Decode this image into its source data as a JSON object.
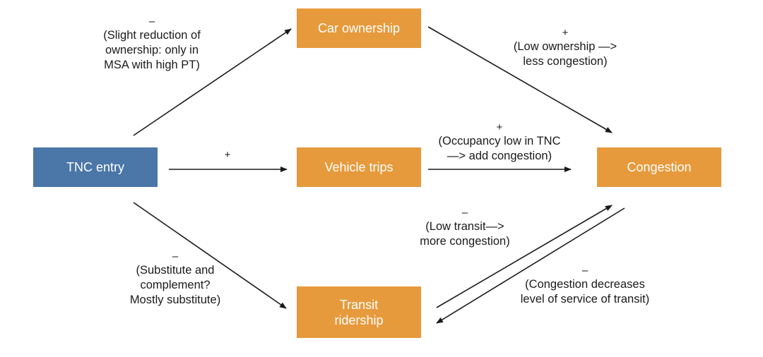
{
  "nodes": {
    "tnc_entry": "TNC entry",
    "car_ownership": "Car ownership",
    "vehicle_trips": "Vehicle trips",
    "transit_ridership": "Transit\nridership",
    "congestion": "Congestion"
  },
  "edges": {
    "tnc_to_car": {
      "sign": "–",
      "text": "(Slight reduction of\nownership: only in\nMSA with high PT)"
    },
    "tnc_to_trips": {
      "sign": "+",
      "text": ""
    },
    "tnc_to_transit": {
      "sign": "–",
      "text": "(Substitute and\ncomplement?\nMostly substitute)"
    },
    "car_to_congestion": {
      "sign": "+",
      "text": "(Low ownership —>\nless congestion)"
    },
    "trips_to_congestion": {
      "sign": "+",
      "text": "(Occupancy low in TNC\n—> add congestion)"
    },
    "transit_to_congestion": {
      "sign": "–",
      "text": "(Low transit—>\nmore congestion)"
    },
    "congestion_to_transit": {
      "sign": "–",
      "text": "(Congestion decreases\nlevel of service of transit)"
    }
  },
  "colors": {
    "node_orange": "#e69a3c",
    "node_blue": "#4a76a8",
    "arrow": "#1a1a1a"
  }
}
